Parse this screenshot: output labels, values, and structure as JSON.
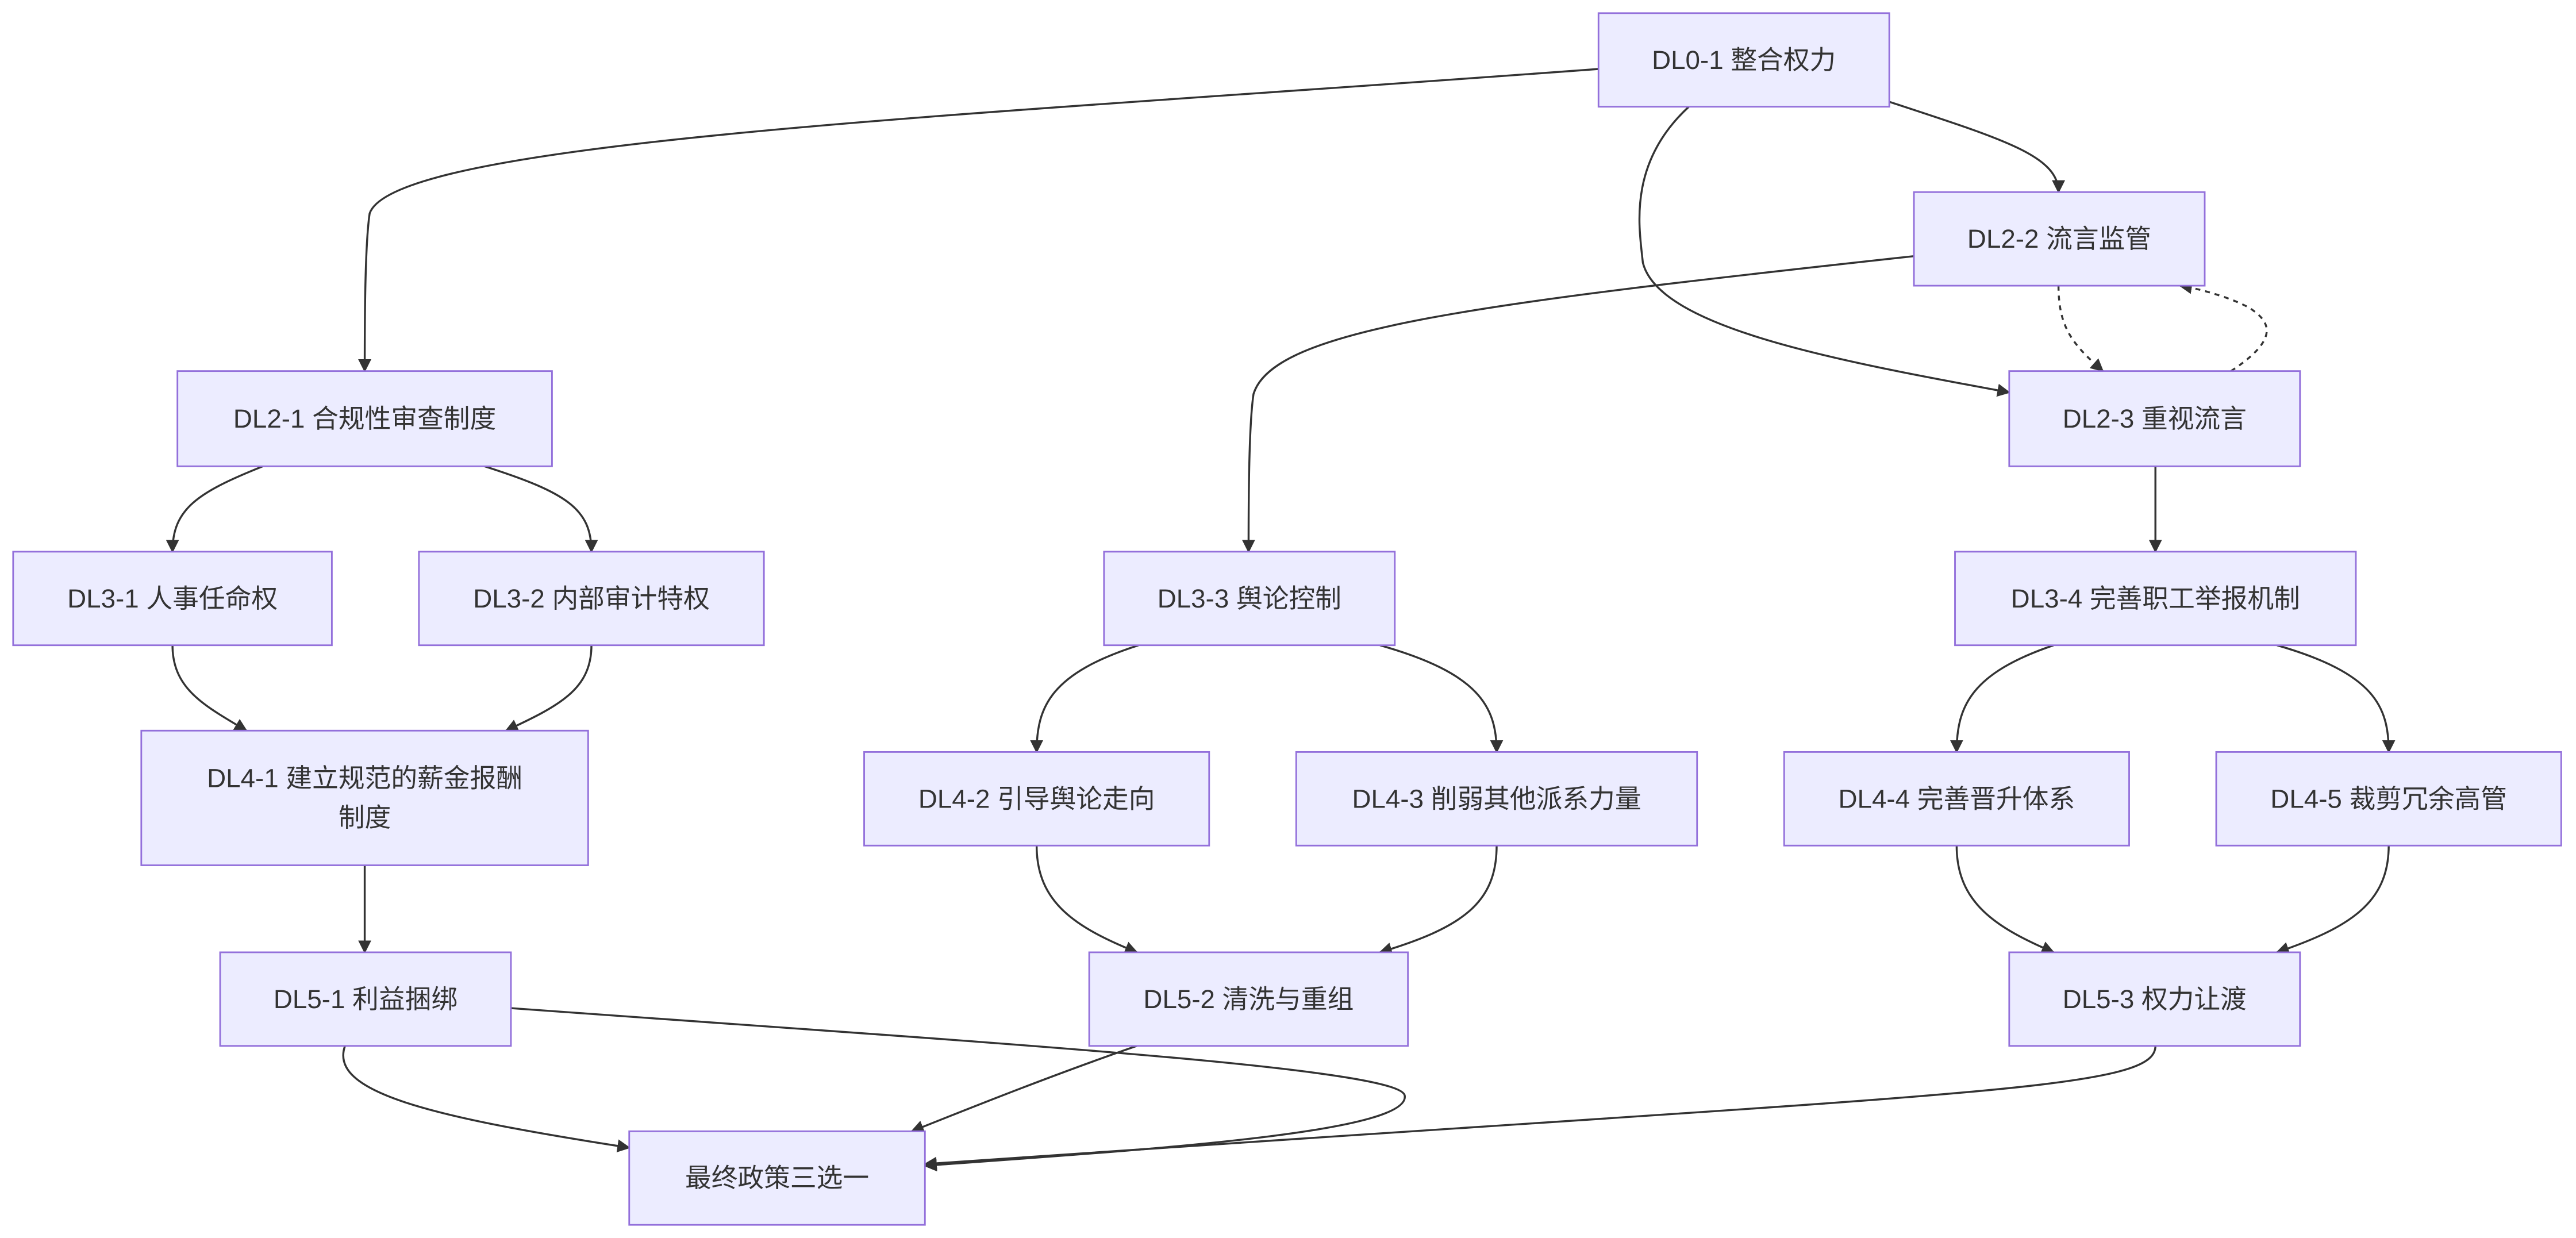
{
  "diagram": {
    "type": "flowchart",
    "colors": {
      "node_fill": "#ECECFF",
      "node_stroke": "#9370DB",
      "edge": "#333333",
      "text": "#333333"
    },
    "nodes": [
      {
        "id": "DL0-1",
        "label": "DL0-1 整合权力"
      },
      {
        "id": "DL2-1",
        "label": "DL2-1 合规性审查制度"
      },
      {
        "id": "DL2-2",
        "label": "DL2-2 流言监管"
      },
      {
        "id": "DL2-3",
        "label": "DL2-3 重视流言"
      },
      {
        "id": "DL3-1",
        "label": "DL3-1 人事任命权"
      },
      {
        "id": "DL3-2",
        "label": "DL3-2 内部审计特权"
      },
      {
        "id": "DL3-3",
        "label": "DL3-3 舆论控制"
      },
      {
        "id": "DL3-4",
        "label": "DL3-4 完善职工举报机制"
      },
      {
        "id": "DL4-1",
        "label_lines": [
          "DL4-1 建立规范的薪金报酬",
          "制度"
        ]
      },
      {
        "id": "DL4-2",
        "label": "DL4-2 引导舆论走向"
      },
      {
        "id": "DL4-3",
        "label": "DL4-3 削弱其他派系力量"
      },
      {
        "id": "DL4-4",
        "label": "DL4-4 完善晋升体系"
      },
      {
        "id": "DL4-5",
        "label": "DL4-5 裁剪冗余高管"
      },
      {
        "id": "DL5-1",
        "label": "DL5-1 利益捆绑"
      },
      {
        "id": "DL5-2",
        "label": "DL5-2 清洗与重组"
      },
      {
        "id": "DL5-3",
        "label": "DL5-3 权力让渡"
      },
      {
        "id": "FINAL",
        "label": "最终政策三选一"
      }
    ],
    "edges": [
      {
        "from": "DL0-1",
        "to": "DL2-1",
        "style": "solid"
      },
      {
        "from": "DL0-1",
        "to": "DL2-2",
        "style": "solid"
      },
      {
        "from": "DL0-1",
        "to": "DL2-3",
        "style": "solid"
      },
      {
        "from": "DL2-2",
        "to": "DL2-3",
        "style": "dotted"
      },
      {
        "from": "DL2-3",
        "to": "DL2-2",
        "style": "dotted"
      },
      {
        "from": "DL2-2",
        "to": "DL3-3",
        "style": "solid"
      },
      {
        "from": "DL2-1",
        "to": "DL3-1",
        "style": "solid"
      },
      {
        "from": "DL2-1",
        "to": "DL3-2",
        "style": "solid"
      },
      {
        "from": "DL2-3",
        "to": "DL3-4",
        "style": "solid"
      },
      {
        "from": "DL3-1",
        "to": "DL4-1",
        "style": "solid"
      },
      {
        "from": "DL3-2",
        "to": "DL4-1",
        "style": "solid"
      },
      {
        "from": "DL3-3",
        "to": "DL4-2",
        "style": "solid"
      },
      {
        "from": "DL3-3",
        "to": "DL4-3",
        "style": "solid"
      },
      {
        "from": "DL3-4",
        "to": "DL4-4",
        "style": "solid"
      },
      {
        "from": "DL3-4",
        "to": "DL4-5",
        "style": "solid"
      },
      {
        "from": "DL4-1",
        "to": "DL5-1",
        "style": "solid"
      },
      {
        "from": "DL4-2",
        "to": "DL5-2",
        "style": "solid"
      },
      {
        "from": "DL4-3",
        "to": "DL5-2",
        "style": "solid"
      },
      {
        "from": "DL4-4",
        "to": "DL5-3",
        "style": "solid"
      },
      {
        "from": "DL4-5",
        "to": "DL5-3",
        "style": "solid"
      },
      {
        "from": "DL5-1",
        "to": "FINAL",
        "style": "solid"
      },
      {
        "from": "DL5-1",
        "to": "FINAL",
        "style": "solid"
      },
      {
        "from": "DL5-2",
        "to": "FINAL",
        "style": "solid"
      },
      {
        "from": "DL5-3",
        "to": "FINAL",
        "style": "solid"
      }
    ]
  }
}
